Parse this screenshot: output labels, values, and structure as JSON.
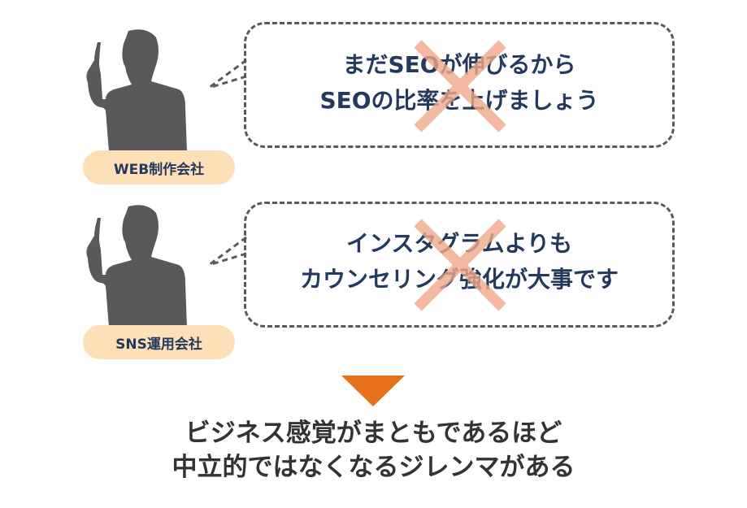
{
  "rows": [
    {
      "label": "WEB制作会社",
      "lines": [
        "まだSEOが伸びるから",
        "SEOの比率を上げましょう"
      ]
    },
    {
      "label": "SNS運用会社",
      "lines": [
        "インスタグラムよりも",
        "カウンセリング強化が大事です"
      ]
    }
  ],
  "conclusion": [
    "ビジネス感覚がまともであるほど",
    "中立的ではなくなるジレンマがある"
  ],
  "colors": {
    "text": "#23395d",
    "pill": "#fde0b8",
    "cross": "#f2a98a",
    "arrow": "#e8701a",
    "silhouette": "#5a5859"
  }
}
